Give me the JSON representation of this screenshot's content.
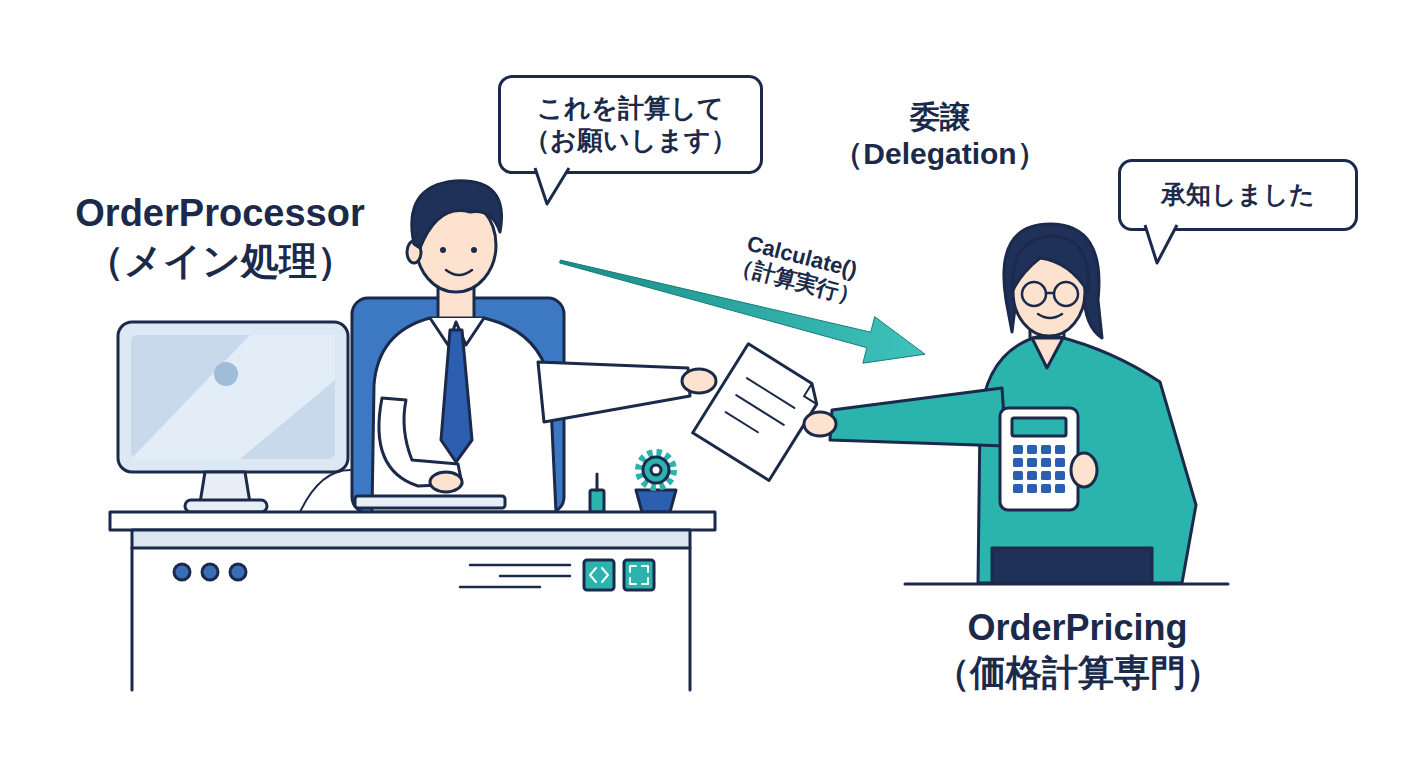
{
  "diagram": {
    "nodes": [
      {
        "text": [
          "OrderProcessor （メイン処理）"
        ]
      },
      {
        "text": [
          "これを計算して （お願いします）"
        ]
      },
      {
        "text": [
          "承知しました"
        ]
      },
      {
        "text": [
          "OrderPricing （価格計算専門）"
        ]
      }
    ],
    "edges": [
      {
        "from": 0,
        "to": 3,
        "label": "Calculate() （計算実行）",
        "arrow": "to"
      }
    ],
    "labels": [
      "委譲 （Delegation）"
    ]
  }
}
